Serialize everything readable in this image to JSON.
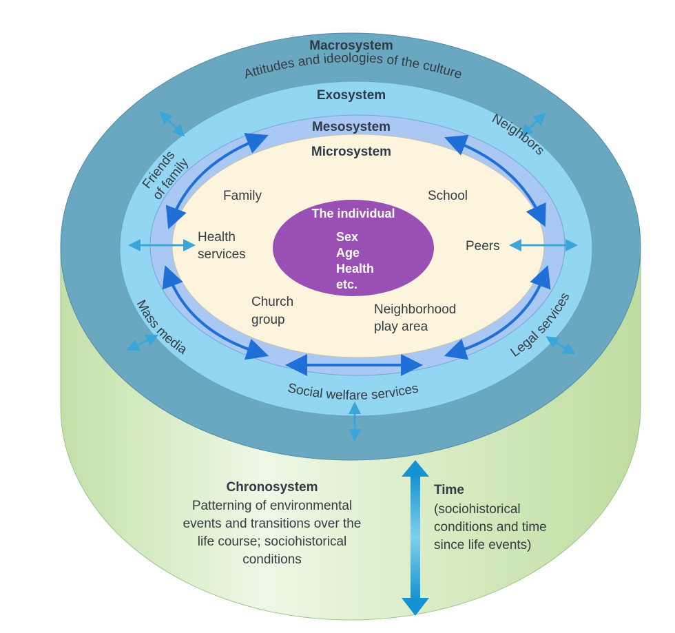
{
  "colors": {
    "macrosystem": "#6aa8c2",
    "exosystem": "#93d6f2",
    "mesosystem": "#a9c8f3",
    "microsystem": "#fdf4de",
    "individual": "#9a4fb4",
    "chronosystem": "#cfe6b8",
    "arrow": "#1f6fd6",
    "time_arrow": "#1aa0da"
  },
  "macrosystem": {
    "title": "Macrosystem",
    "subtitle": "Attitudes and ideologies of the culture"
  },
  "exosystem": {
    "title": "Exosystem",
    "items": [
      "Friends of family",
      "Neighbors",
      "Mass media",
      "Legal services",
      "Social welfare services"
    ],
    "friends_line1": "Friends",
    "friends_line2": "of family"
  },
  "mesosystem": {
    "title": "Mesosystem"
  },
  "microsystem": {
    "title": "Microsystem",
    "family": "Family",
    "school": "School",
    "health_line1": "Health",
    "health_line2": "services",
    "peers": "Peers",
    "church_line1": "Church",
    "church_line2": "group",
    "neighborhood_line1": "Neighborhood",
    "neighborhood_line2": "play area"
  },
  "individual": {
    "title": "The individual",
    "traits": [
      "Sex",
      "Age",
      "Health",
      "etc."
    ]
  },
  "chronosystem": {
    "title": "Chronosystem",
    "description": [
      "Patterning of environmental",
      "events and transitions over the",
      "life course; sociohistorical",
      "conditions"
    ]
  },
  "time": {
    "title": "Time",
    "description": [
      "(sociohistorical",
      "conditions and time",
      "since life events)"
    ]
  }
}
